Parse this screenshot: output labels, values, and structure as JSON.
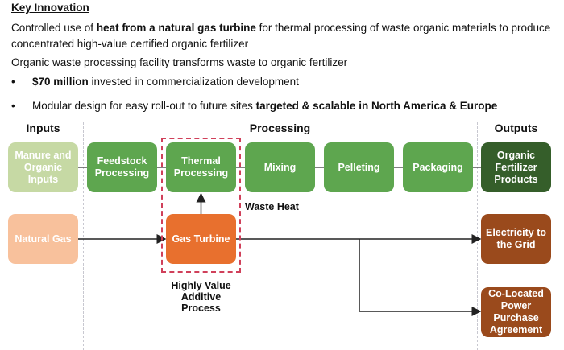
{
  "header": {
    "title": "Key Innovation",
    "para1": [
      {
        "text": "Controlled use of ",
        "bold": false
      },
      {
        "text": "heat from a natural gas turbine",
        "bold": true
      },
      {
        "text": " for thermal processing of waste organic materials to produce concentrated high-value certified organic fertilizer",
        "bold": false
      }
    ],
    "para2": "Organic waste processing facility transforms waste to organic fertilizer",
    "bullets": [
      [
        {
          "text": "$70 million",
          "bold": true
        },
        {
          "text": " invested in commercialization development",
          "bold": false
        }
      ],
      [
        {
          "text": "Modular design for easy roll-out to future sites ",
          "bold": false
        },
        {
          "text": "targeted & scalable in North America & Europe",
          "bold": true
        }
      ]
    ],
    "bullet_glyph": "•"
  },
  "diagram": {
    "column_headers": {
      "inputs": "Inputs",
      "processing": "Processing",
      "outputs": "Outputs"
    },
    "inputs": {
      "manure": "Manure and Organic Inputs",
      "natural_gas": "Natural Gas"
    },
    "processing": {
      "feedstock": "Feedstock Processing",
      "thermal": "Thermal Processing",
      "mixing": "Mixing",
      "pelleting": "Pelleting",
      "packaging": "Packaging",
      "gas_turbine": "Gas Turbine"
    },
    "outputs": {
      "fertilizer": "Organic Fertilizer Products",
      "electricity": "Electricity to the Grid",
      "ppa": "Co-Located Power Purchase Agreement"
    },
    "labels": {
      "waste_heat": "Waste Heat",
      "value_additive": "Highly Value Additive Process"
    },
    "colors": {
      "input_light_green": "#c6d9a4",
      "process_green": "#5ea64f",
      "output_dark_green": "#355e2a",
      "input_peach": "#f8c19c",
      "turbine_orange": "#e8702e",
      "output_brown": "#9a4a1c",
      "highlight_red": "#d0405a"
    }
  }
}
